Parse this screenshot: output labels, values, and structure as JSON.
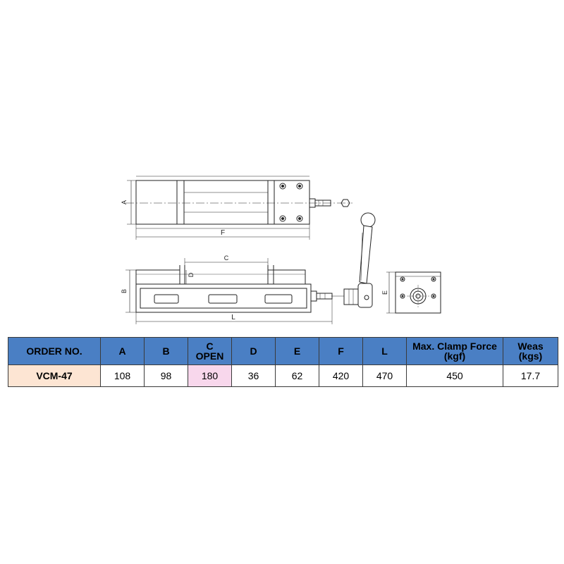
{
  "dimension_labels": {
    "A": "A",
    "B": "B",
    "C": "C",
    "D": "D",
    "E": "E",
    "F": "F",
    "L": "L"
  },
  "table": {
    "headers": [
      {
        "line1": "ORDER NO.",
        "line2": ""
      },
      {
        "line1": "A",
        "line2": ""
      },
      {
        "line1": "B",
        "line2": ""
      },
      {
        "line1": "C",
        "line2": "OPEN"
      },
      {
        "line1": "D",
        "line2": ""
      },
      {
        "line1": "E",
        "line2": ""
      },
      {
        "line1": "F",
        "line2": ""
      },
      {
        "line1": "L",
        "line2": ""
      },
      {
        "line1": "Max. Clamp Force",
        "line2": "(kgf)"
      },
      {
        "line1": "Weas",
        "line2": "(kgs)"
      }
    ],
    "row": [
      "VCM-47",
      "108",
      "98",
      "180",
      "36",
      "62",
      "420",
      "470",
      "450",
      "17.7"
    ],
    "colors": {
      "header_bg": "#4a7fc4",
      "order_bg": "#fde5d3",
      "highlight_bg": "#f8d7ec"
    }
  }
}
